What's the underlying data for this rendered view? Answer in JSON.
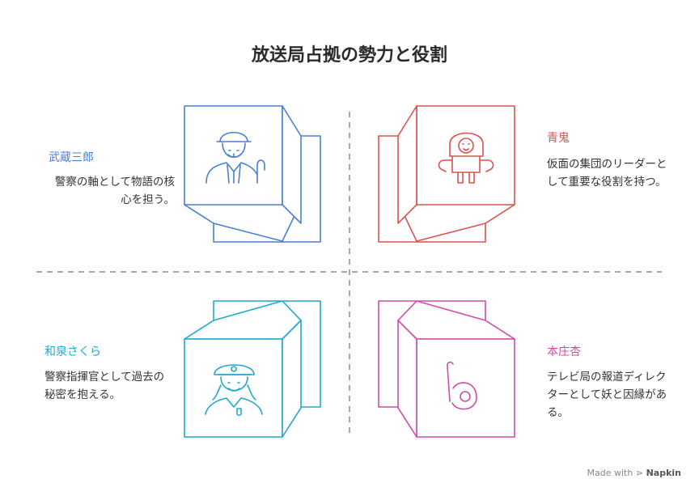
{
  "title": "放送局占拠の勢力と役割",
  "characters": [
    {
      "name": "武蔵三郎",
      "description": "警察の軸として物語の核心を担う。",
      "color": "#4a7fd4",
      "icon": "police-chief-icon"
    },
    {
      "name": "青鬼",
      "description": "仮面の集団のリーダーとして重要な役割を持つ。",
      "color": "#d9534f",
      "icon": "masked-figure-icon"
    },
    {
      "name": "和泉さくら",
      "description": "警察指揮官として過去の秘密を抱える。",
      "color": "#21a8cc",
      "icon": "policewoman-icon"
    },
    {
      "name": "本庄杏",
      "description": "テレビ局の報道ディレクターとして妖と因縁がある。",
      "color": "#d04ca8",
      "icon": "bereal-logo-icon"
    }
  ],
  "credit": {
    "prefix": "Made with",
    "brand": "Napkin"
  }
}
